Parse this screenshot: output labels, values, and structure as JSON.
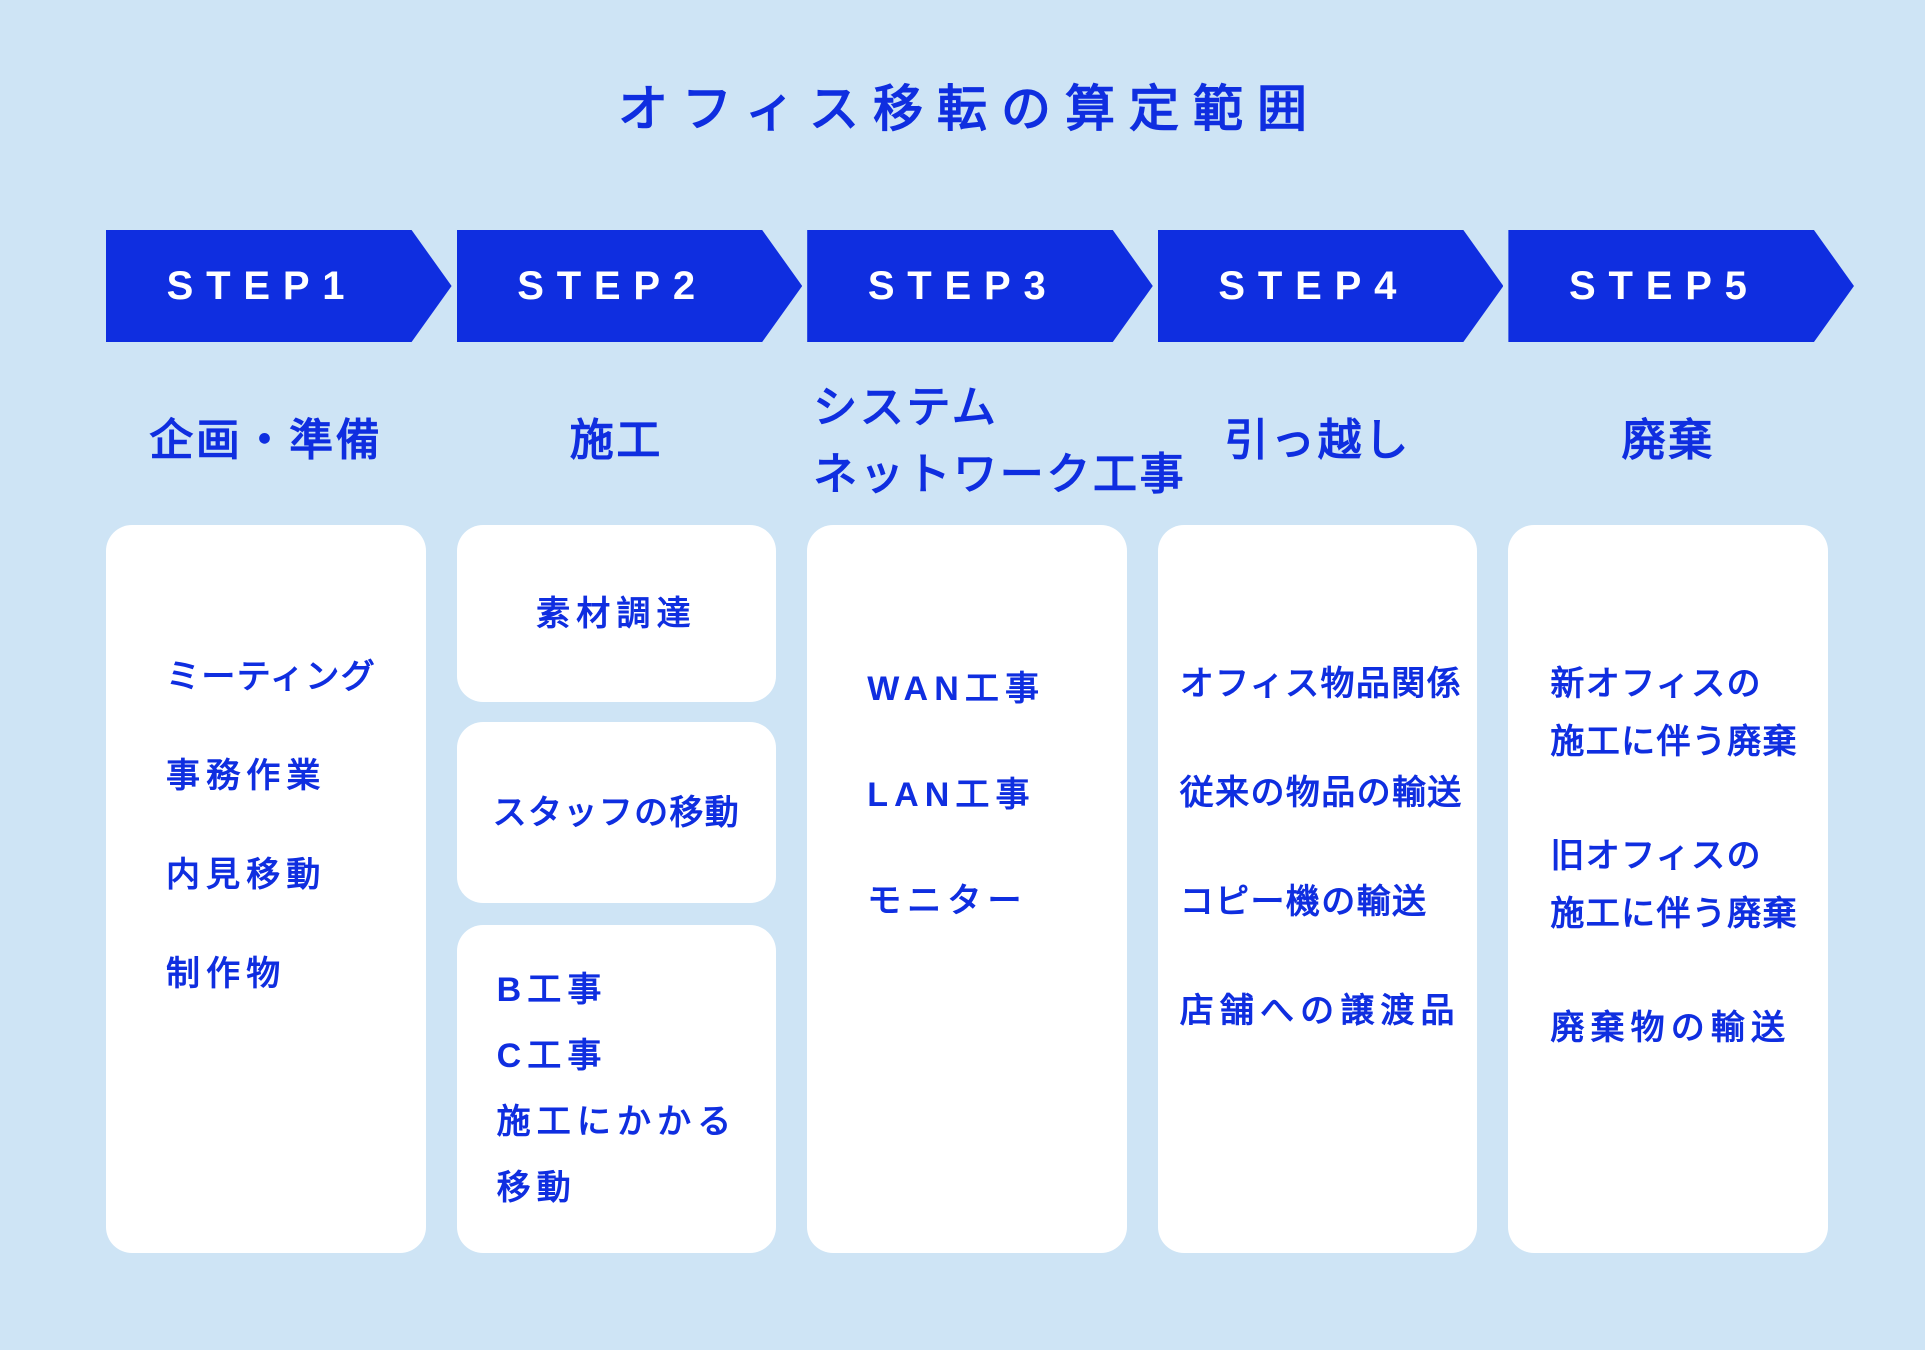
{
  "title": "オフィス移転の算定範囲",
  "colors": {
    "accent_blue": "#0F2EE0",
    "background_blue": "#CEE4F5",
    "card_white": "#FFFFFF"
  },
  "columns": [
    {
      "step": "STEP1",
      "category_lines": [
        "企画・準備"
      ],
      "items": [
        "ミーティング",
        "事務作業",
        "内見移動",
        "制作物"
      ]
    },
    {
      "step": "STEP2",
      "category_lines": [
        "施工"
      ],
      "boxes": [
        {
          "items": [
            "素材調達"
          ]
        },
        {
          "items": [
            "スタッフの移動"
          ]
        },
        {
          "items": [
            "B工事",
            "C工事",
            "施工にかかる",
            "移動"
          ]
        }
      ]
    },
    {
      "step": "STEP3",
      "category_lines": [
        "システム",
        "ネットワーク工事"
      ],
      "items": [
        "WAN工事",
        "LAN工事",
        "モニター"
      ]
    },
    {
      "step": "STEP4",
      "category_lines": [
        "引っ越し"
      ],
      "items": [
        "オフィス物品関係",
        "従来の物品の輸送",
        "コピー機の輸送",
        "店舗への譲渡品"
      ]
    },
    {
      "step": "STEP5",
      "category_lines": [
        "廃棄"
      ],
      "items_multiline": [
        [
          "新オフィスの",
          "施工に伴う廃棄"
        ],
        [
          "旧オフィスの",
          "施工に伴う廃棄"
        ],
        [
          "廃棄物の輸送"
        ]
      ]
    }
  ]
}
